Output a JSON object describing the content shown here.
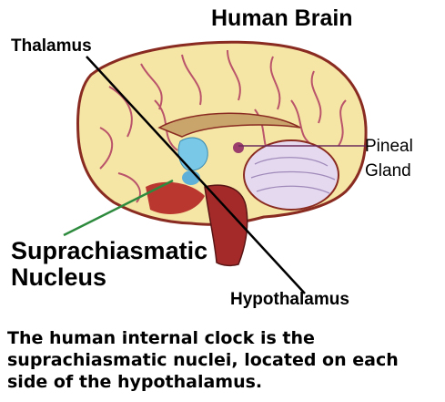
{
  "diagram": {
    "title": "Human Brain",
    "labels": {
      "thalamus": "Thalamus",
      "pineal_line1": "Pineal",
      "pineal_line2": "Gland",
      "scn_line1": "Suprachiasmatic",
      "scn_line2": "Nucleus",
      "hypothalamus": "Hypothalamus"
    },
    "caption": "The human internal clock is the suprachiasmatic nuclei, located on each side of the hypothalamus.",
    "colors": {
      "cortex": "#f6e6a6",
      "cortex_outline": "#8a2b22",
      "gyri_lines": "#b9546a",
      "cerebellum": "#e4d9ef",
      "brainstem": "#a42a2a",
      "thalamus_region": "#79c8e8",
      "scn_pointer": "#2e8b3e",
      "text": "#000000"
    }
  }
}
